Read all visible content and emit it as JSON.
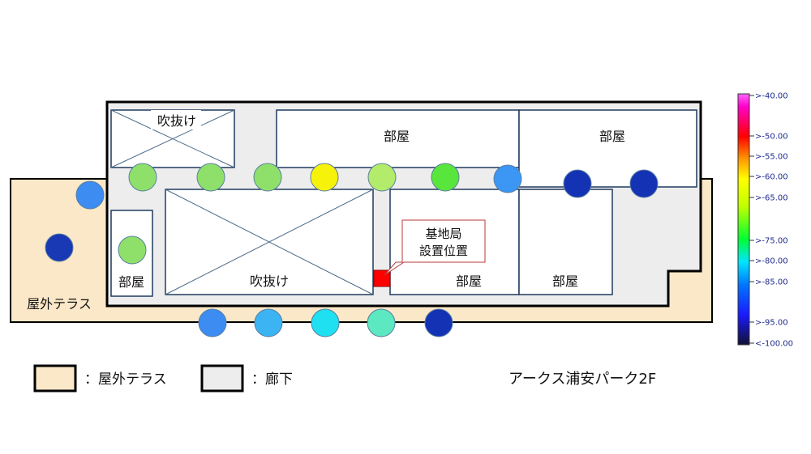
{
  "floor": {
    "title": "アークス浦安パーク2F",
    "rooms": {
      "atrium_small": "吹抜け",
      "atrium_large": "吹抜け",
      "room_top_center": "部屋",
      "room_top_right": "部屋",
      "room_left": "部屋",
      "room_center": "部屋",
      "room_right": "部屋",
      "terrace": "屋外テラス"
    },
    "base_station": {
      "label_line1": "基地局",
      "label_line2": "設置位置"
    }
  },
  "legend": {
    "terrace": "：屋外テラス",
    "corridor": "：廊下",
    "terrace_color": "#fbe8c8",
    "corridor_color": "#ededed"
  },
  "measurements": [
    {
      "color": "#8ee06a"
    },
    {
      "color": "#8ee06a"
    },
    {
      "color": "#8ee06a"
    },
    {
      "color": "#f7f20a"
    },
    {
      "color": "#b2ec6a"
    },
    {
      "color": "#58e63c"
    },
    {
      "color": "#3c96f4"
    },
    {
      "color": "#1432b4"
    },
    {
      "color": "#1432b4"
    },
    {
      "color": "#3c8cf2"
    },
    {
      "color": "#1838b4"
    },
    {
      "color": "#8ee06a"
    },
    {
      "color": "#3c8cf2"
    },
    {
      "color": "#3cb4f4"
    },
    {
      "color": "#1ee0f0"
    },
    {
      "color": "#5ce8c0"
    },
    {
      "color": "#1432b4"
    }
  ],
  "scale": {
    "ticks": [
      ">-40.00",
      ">-50.00",
      ">-55.00",
      ">-60.00",
      ">-65.00",
      ">-75.00",
      ">-80.00",
      ">-85.00",
      ">-95.00",
      "<-100.00"
    ]
  }
}
